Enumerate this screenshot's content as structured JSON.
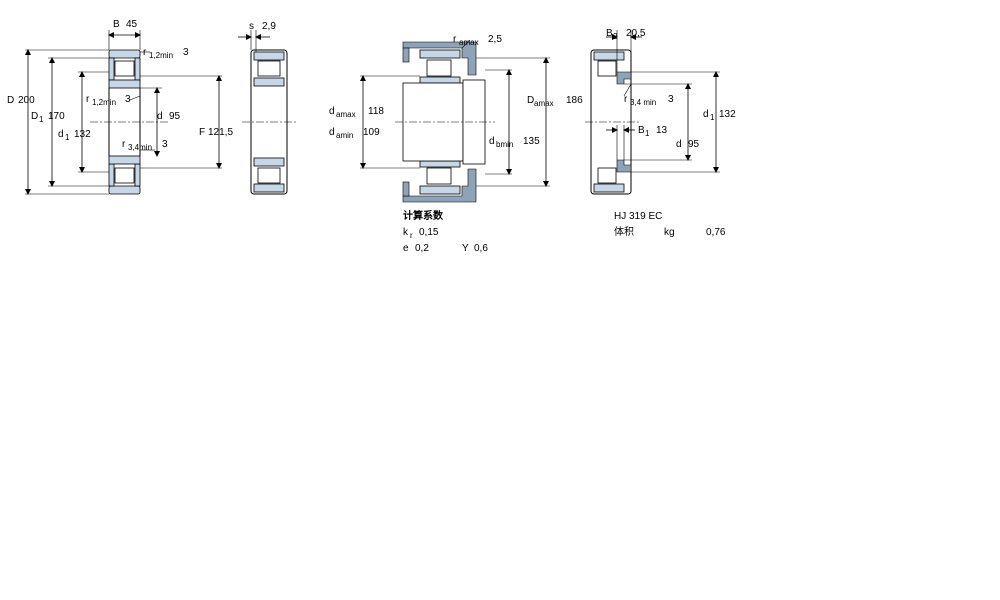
{
  "view1": {
    "B_label": "B",
    "B_value": "45",
    "r12_top_label": "r",
    "r12_top_sub": "1,2min",
    "r12_top_value": "3",
    "D_label": "D",
    "D_value": "200",
    "D1_label": "D",
    "D1_sub": "1",
    "D1_value": "170",
    "r12_mid_label": "r",
    "r12_mid_sub": "1,2min",
    "r12_mid_value": "3",
    "d_label": "d",
    "d_value": "95",
    "d1_label": "d",
    "d1_sub": "1",
    "d1_value": "132",
    "F_label": "F",
    "F_value": "121,5",
    "r34_label": "r",
    "r34_sub": "3,4min",
    "r34_value": "3"
  },
  "view2": {
    "s_label": "s",
    "s_value": "2,9"
  },
  "view3": {
    "ramax_label": "r",
    "ramax_sub": "amax",
    "ramax_value": "2,5",
    "damax_label": "d",
    "damax_sub": "amax",
    "damax_value": "118",
    "damin_label": "d",
    "damin_sub": "amin",
    "damin_value": "109",
    "Damax_label": "D",
    "Damax_sub": "amax",
    "Damax_value": "186",
    "dbmin_label": "d",
    "dbmin_sub": "bmin",
    "dbmin_value": "135"
  },
  "calc": {
    "title": "计算系数",
    "kr_label": "k",
    "kr_sub": "r",
    "kr_value": "0,15",
    "e_label": "e",
    "e_value": "0,2",
    "Y_label": "Y",
    "Y_value": "0,6"
  },
  "view4": {
    "B2_label": "B",
    "B2_sub": "2",
    "B2_value": "20,5",
    "r34_label": "r",
    "r34_sub": "3,4 min",
    "r34_value": "3",
    "d1_label": "d",
    "d1_sub": "1",
    "d1_value": "132",
    "B1_label": "B",
    "B1_sub": "1",
    "B1_value": "13",
    "d_label": "d",
    "d_value": "95"
  },
  "ring": {
    "designation": "HJ 319 EC",
    "volume_label": "体积",
    "unit": "kg",
    "value": "0,76"
  }
}
